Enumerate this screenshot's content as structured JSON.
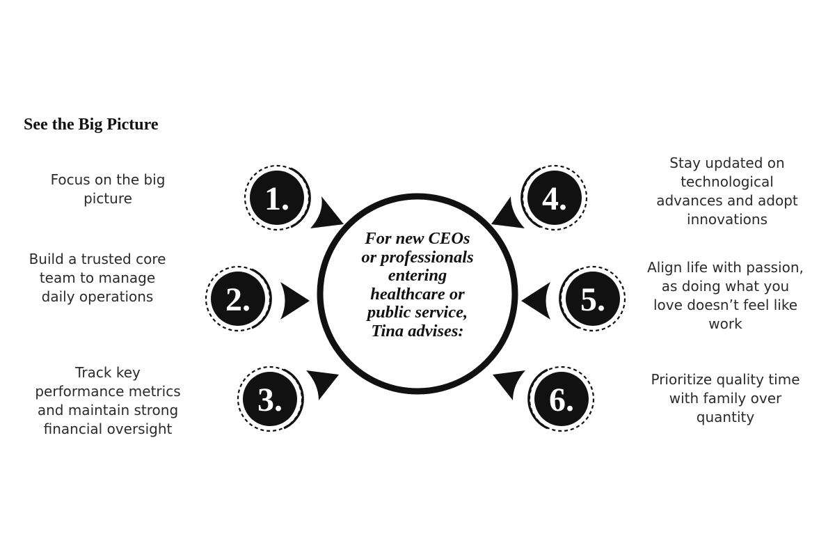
{
  "title": "See the Big Picture",
  "center": {
    "lines": [
      "For new CEOs",
      "or professionals",
      "entering",
      "healthcare or",
      "public service,",
      "Tina advises:"
    ]
  },
  "tips": [
    {
      "number": "1.",
      "lines": [
        "Focus on the big",
        "picture"
      ]
    },
    {
      "number": "2.",
      "lines": [
        "Build a trusted core",
        "team to manage",
        "daily operations"
      ]
    },
    {
      "number": "3.",
      "lines": [
        "Track key",
        "performance metrics",
        "and maintain strong",
        "financial oversight"
      ]
    },
    {
      "number": "4.",
      "lines": [
        "Stay updated on",
        "technological",
        "advances and adopt",
        "innovations"
      ]
    },
    {
      "number": "5.",
      "lines": [
        "Align life with passion,",
        "as doing what you",
        "love doesn’t feel like",
        "work"
      ]
    },
    {
      "number": "6.",
      "lines": [
        "Prioritize quality time",
        "with family over",
        "quantity"
      ]
    }
  ],
  "colors": {
    "badge_fill": "#111111",
    "badge_text": "#ffffff",
    "stroke": "#111111"
  }
}
